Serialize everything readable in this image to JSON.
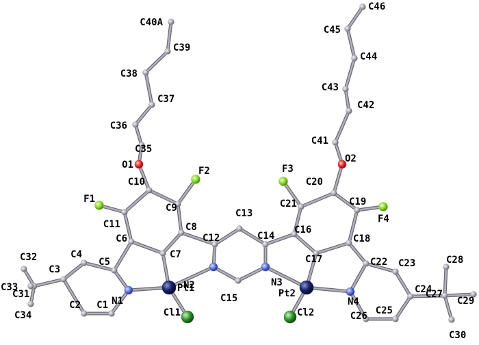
{
  "colors": {
    "bond_light": "#b0b0bc",
    "bond_dark": "#6a6a72",
    "carbon": "#a9a9b3",
    "nitrogen": "#5a6fd6",
    "oxygen": "#e0282c",
    "fluorine": "#8bd62a",
    "platinum": "#1a2466",
    "chlorine": "#2f8f2a",
    "label": "#000000"
  },
  "atom_types": [
    "C",
    "N",
    "O",
    "F",
    "Pt",
    "Cl"
  ],
  "atoms": [
    {
      "id": "C1",
      "label": "C1",
      "type": "C"
    },
    {
      "id": "C2",
      "label": "C2",
      "type": "C"
    },
    {
      "id": "C3",
      "label": "C3",
      "type": "C"
    },
    {
      "id": "C4",
      "label": "C4",
      "type": "C"
    },
    {
      "id": "C5",
      "label": "C5",
      "type": "C"
    },
    {
      "id": "C6",
      "label": "C6",
      "type": "C"
    },
    {
      "id": "C7",
      "label": "C7",
      "type": "C"
    },
    {
      "id": "C8",
      "label": "C8",
      "type": "C"
    },
    {
      "id": "C9",
      "label": "C9",
      "type": "C"
    },
    {
      "id": "C10",
      "label": "C10",
      "type": "C"
    },
    {
      "id": "C11",
      "label": "C11",
      "type": "C"
    },
    {
      "id": "C12",
      "label": "C12",
      "type": "C"
    },
    {
      "id": "C13",
      "label": "C13",
      "type": "C"
    },
    {
      "id": "C14",
      "label": "C14",
      "type": "C"
    },
    {
      "id": "C15",
      "label": "C15",
      "type": "C"
    },
    {
      "id": "C16",
      "label": "C16",
      "type": "C"
    },
    {
      "id": "C17",
      "label": "C17",
      "type": "C"
    },
    {
      "id": "C18",
      "label": "C18",
      "type": "C"
    },
    {
      "id": "C19",
      "label": "C19",
      "type": "C"
    },
    {
      "id": "C20",
      "label": "C20",
      "type": "C"
    },
    {
      "id": "C21",
      "label": "C21",
      "type": "C"
    },
    {
      "id": "C22",
      "label": "C22",
      "type": "C"
    },
    {
      "id": "C23",
      "label": "C23",
      "type": "C"
    },
    {
      "id": "C24",
      "label": "C24",
      "type": "C"
    },
    {
      "id": "C25",
      "label": "C25",
      "type": "C"
    },
    {
      "id": "C26",
      "label": "C26",
      "type": "C"
    },
    {
      "id": "C27",
      "label": "C27",
      "type": "C"
    },
    {
      "id": "C28",
      "label": "C28",
      "type": "C"
    },
    {
      "id": "C29",
      "label": "C29",
      "type": "C"
    },
    {
      "id": "C30",
      "label": "C30",
      "type": "C"
    },
    {
      "id": "C31",
      "label": "C31",
      "type": "C"
    },
    {
      "id": "C32",
      "label": "C32",
      "type": "C"
    },
    {
      "id": "C33",
      "label": "C33",
      "type": "C"
    },
    {
      "id": "C34",
      "label": "C34",
      "type": "C"
    },
    {
      "id": "C35",
      "label": "C35",
      "type": "C"
    },
    {
      "id": "C36",
      "label": "C36",
      "type": "C"
    },
    {
      "id": "C37",
      "label": "C37",
      "type": "C"
    },
    {
      "id": "C38",
      "label": "C38",
      "type": "C"
    },
    {
      "id": "C39",
      "label": "C39",
      "type": "C"
    },
    {
      "id": "C40A",
      "label": "C40A",
      "type": "C"
    },
    {
      "id": "C41",
      "label": "C41",
      "type": "C"
    },
    {
      "id": "C42",
      "label": "C42",
      "type": "C"
    },
    {
      "id": "C43",
      "label": "C43",
      "type": "C"
    },
    {
      "id": "C44",
      "label": "C44",
      "type": "C"
    },
    {
      "id": "C45",
      "label": "C45",
      "type": "C"
    },
    {
      "id": "C46",
      "label": "C46",
      "type": "C"
    },
    {
      "id": "N1",
      "label": "N1",
      "type": "N"
    },
    {
      "id": "N2",
      "label": "N2",
      "type": "N"
    },
    {
      "id": "N3",
      "label": "N3",
      "type": "N"
    },
    {
      "id": "N4",
      "label": "N4",
      "type": "N"
    },
    {
      "id": "O1",
      "label": "O1",
      "type": "O"
    },
    {
      "id": "O2",
      "label": "O2",
      "type": "O"
    },
    {
      "id": "F1",
      "label": "F1",
      "type": "F"
    },
    {
      "id": "F2",
      "label": "F2",
      "type": "F"
    },
    {
      "id": "F3",
      "label": "F3",
      "type": "F"
    },
    {
      "id": "F4",
      "label": "F4",
      "type": "F"
    },
    {
      "id": "Pt1",
      "label": "Pt1",
      "type": "Pt"
    },
    {
      "id": "Pt2",
      "label": "Pt2",
      "type": "Pt"
    },
    {
      "id": "Cl1",
      "label": "Cl1",
      "type": "Cl"
    },
    {
      "id": "Cl2",
      "label": "Cl2",
      "type": "Cl"
    }
  ],
  "bonds": [
    [
      "C1",
      "C2"
    ],
    [
      "C2",
      "C3"
    ],
    [
      "C3",
      "C4"
    ],
    [
      "C4",
      "C5"
    ],
    [
      "C5",
      "N1"
    ],
    [
      "N1",
      "C1"
    ],
    [
      "C3",
      "C31"
    ],
    [
      "C31",
      "C33"
    ],
    [
      "C31",
      "C32"
    ],
    [
      "C31",
      "C34"
    ],
    [
      "C5",
      "C6"
    ],
    [
      "C6",
      "C7"
    ],
    [
      "C6",
      "C11"
    ],
    [
      "C11",
      "C10"
    ],
    [
      "C10",
      "C9"
    ],
    [
      "C9",
      "C8"
    ],
    [
      "C8",
      "C7"
    ],
    [
      "C11",
      "F1"
    ],
    [
      "C9",
      "F2"
    ],
    [
      "C10",
      "O1"
    ],
    [
      "O1",
      "C35"
    ],
    [
      "C35",
      "C36"
    ],
    [
      "C36",
      "C37"
    ],
    [
      "C37",
      "C38"
    ],
    [
      "C38",
      "C39"
    ],
    [
      "C39",
      "C40A"
    ],
    [
      "C8",
      "C12"
    ],
    [
      "C12",
      "N2"
    ],
    [
      "C12",
      "C13"
    ],
    [
      "C13",
      "C14"
    ],
    [
      "C14",
      "N3"
    ],
    [
      "N2",
      "C15"
    ],
    [
      "C15",
      "N3"
    ],
    [
      "C7",
      "Pt1"
    ],
    [
      "N1",
      "Pt1"
    ],
    [
      "N2",
      "Pt1"
    ],
    [
      "Pt1",
      "Cl1"
    ],
    [
      "C14",
      "C16"
    ],
    [
      "C16",
      "C17"
    ],
    [
      "C16",
      "C21"
    ],
    [
      "C21",
      "C20"
    ],
    [
      "C20",
      "C19"
    ],
    [
      "C19",
      "C18"
    ],
    [
      "C18",
      "C17"
    ],
    [
      "C21",
      "F3"
    ],
    [
      "C19",
      "F4"
    ],
    [
      "C20",
      "O2"
    ],
    [
      "O2",
      "C41"
    ],
    [
      "C41",
      "C42"
    ],
    [
      "C42",
      "C43"
    ],
    [
      "C43",
      "C44"
    ],
    [
      "C44",
      "C45"
    ],
    [
      "C45",
      "C46"
    ],
    [
      "C18",
      "C22"
    ],
    [
      "C22",
      "N4"
    ],
    [
      "C22",
      "C23"
    ],
    [
      "C23",
      "C24"
    ],
    [
      "C24",
      "C25"
    ],
    [
      "C25",
      "C26"
    ],
    [
      "C26",
      "N4"
    ],
    [
      "C24",
      "C27"
    ],
    [
      "C27",
      "C28"
    ],
    [
      "C27",
      "C29"
    ],
    [
      "C27",
      "C30"
    ],
    [
      "C17",
      "Pt2"
    ],
    [
      "N3",
      "Pt2"
    ],
    [
      "N4",
      "Pt2"
    ],
    [
      "Pt2",
      "Cl2"
    ]
  ]
}
